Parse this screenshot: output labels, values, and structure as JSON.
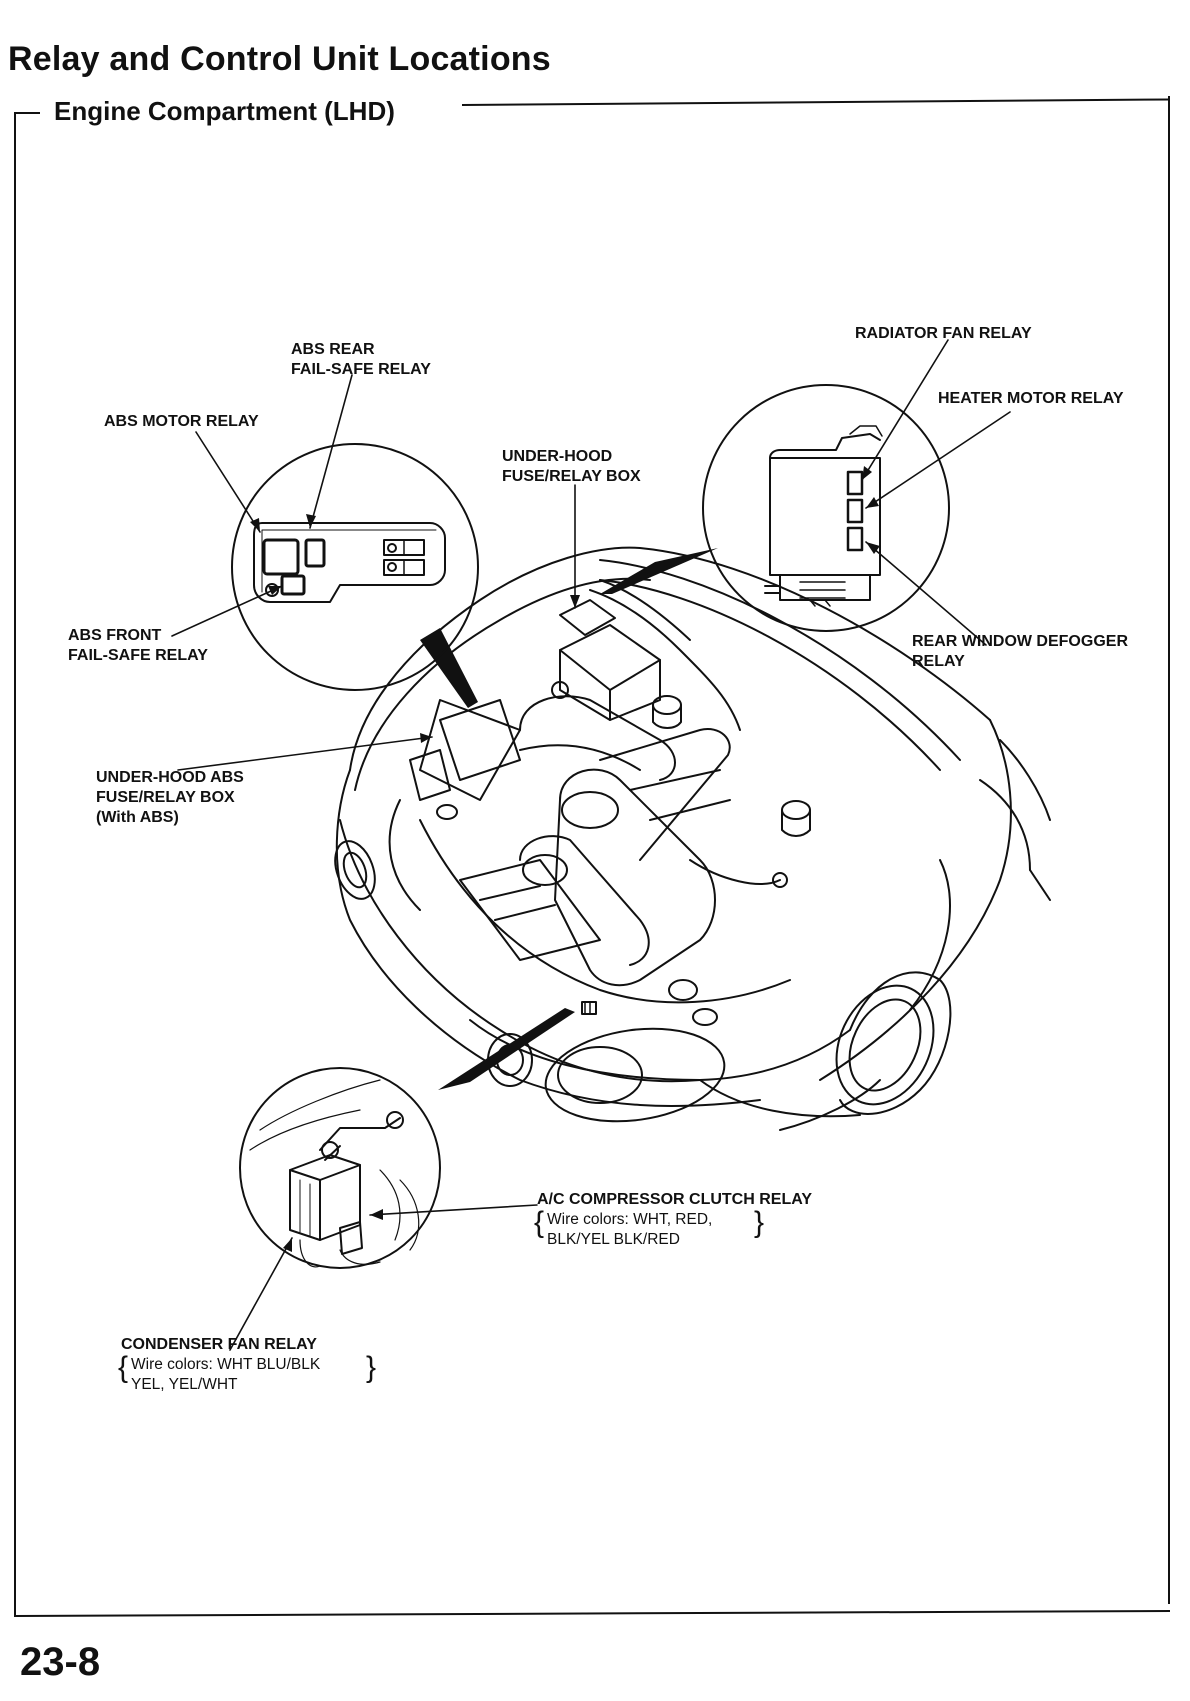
{
  "header": {
    "title": "Relay and Control Unit Locations",
    "section": "Engine Compartment (LHD)"
  },
  "labels": {
    "abs_rear": [
      "ABS REAR",
      "FAIL-SAFE RELAY"
    ],
    "abs_motor": "ABS MOTOR RELAY",
    "abs_front": [
      "ABS FRONT",
      "FAIL-SAFE RELAY"
    ],
    "underhood_box": [
      "UNDER-HOOD",
      "FUSE/RELAY BOX"
    ],
    "underhood_abs_box": [
      "UNDER-HOOD ABS",
      "FUSE/RELAY BOX",
      "(With ABS)"
    ],
    "radiator_fan": "RADIATOR FAN RELAY",
    "heater_motor": "HEATER MOTOR RELAY",
    "rear_defogger": [
      "REAR WINDOW DEFOGGER",
      "RELAY"
    ],
    "ac_clutch": {
      "title": "A/C COMPRESSOR CLUTCH RELAY",
      "wire_line1": "Wire colors: WHT, RED,",
      "wire_line2": "BLK/YEL  BLK/RED"
    },
    "condenser_fan": {
      "title": "CONDENSER FAN RELAY",
      "wire_line1": "Wire colors: WHT  BLU/BLK",
      "wire_line2": "YEL, YEL/WHT"
    }
  },
  "footer": {
    "page_number": "23-8"
  }
}
